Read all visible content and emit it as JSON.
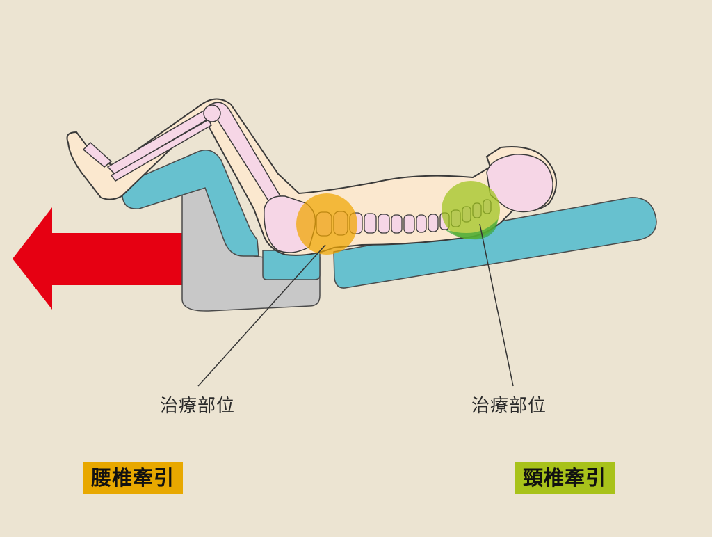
{
  "callouts": {
    "left_label": "治療部位",
    "right_label": "治療部位"
  },
  "badges": {
    "lumbar": {
      "text": "腰椎牽引",
      "color": "#e8a800"
    },
    "cervical": {
      "text": "頸椎牽引",
      "color": "#a8c21a"
    }
  },
  "colors": {
    "background": "#ece4d2",
    "arrow": "#e60012",
    "cushion": "#67c1cf",
    "block": "#c8c8c8",
    "skin": "#fbe8cf",
    "bone": "#f6d6e6",
    "lumbar_highlight": "#f0a500",
    "cervical_highlight": "#9ec41c"
  }
}
